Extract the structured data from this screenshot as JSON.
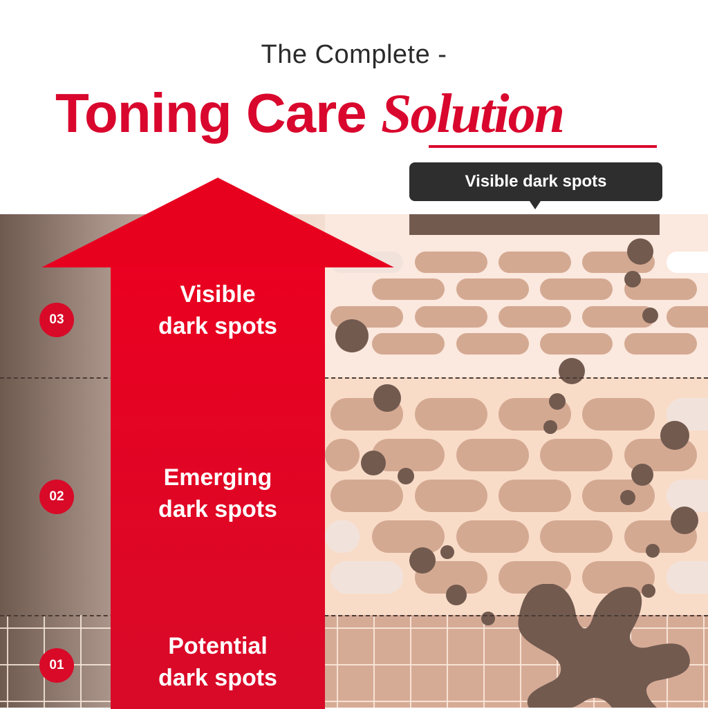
{
  "header": {
    "subtitle": "The Complete -",
    "title_main": "Toning Care ",
    "title_emphasis": "Solution"
  },
  "callout": {
    "label": "Visible dark spots"
  },
  "stages": [
    {
      "number": "03",
      "label_line1": "Visible",
      "label_line2": "dark spots"
    },
    {
      "number": "02",
      "label_line1": "Emerging",
      "label_line2": "dark spots"
    },
    {
      "number": "01",
      "label_line1": "Potential",
      "label_line2": "dark spots"
    }
  ],
  "colors": {
    "brand_red": "#e8001f",
    "title_red": "#d9072d",
    "dark_brown": "#725a4f",
    "skin_tan": "#d4a992",
    "callout_bg": "#2e2e2e"
  }
}
